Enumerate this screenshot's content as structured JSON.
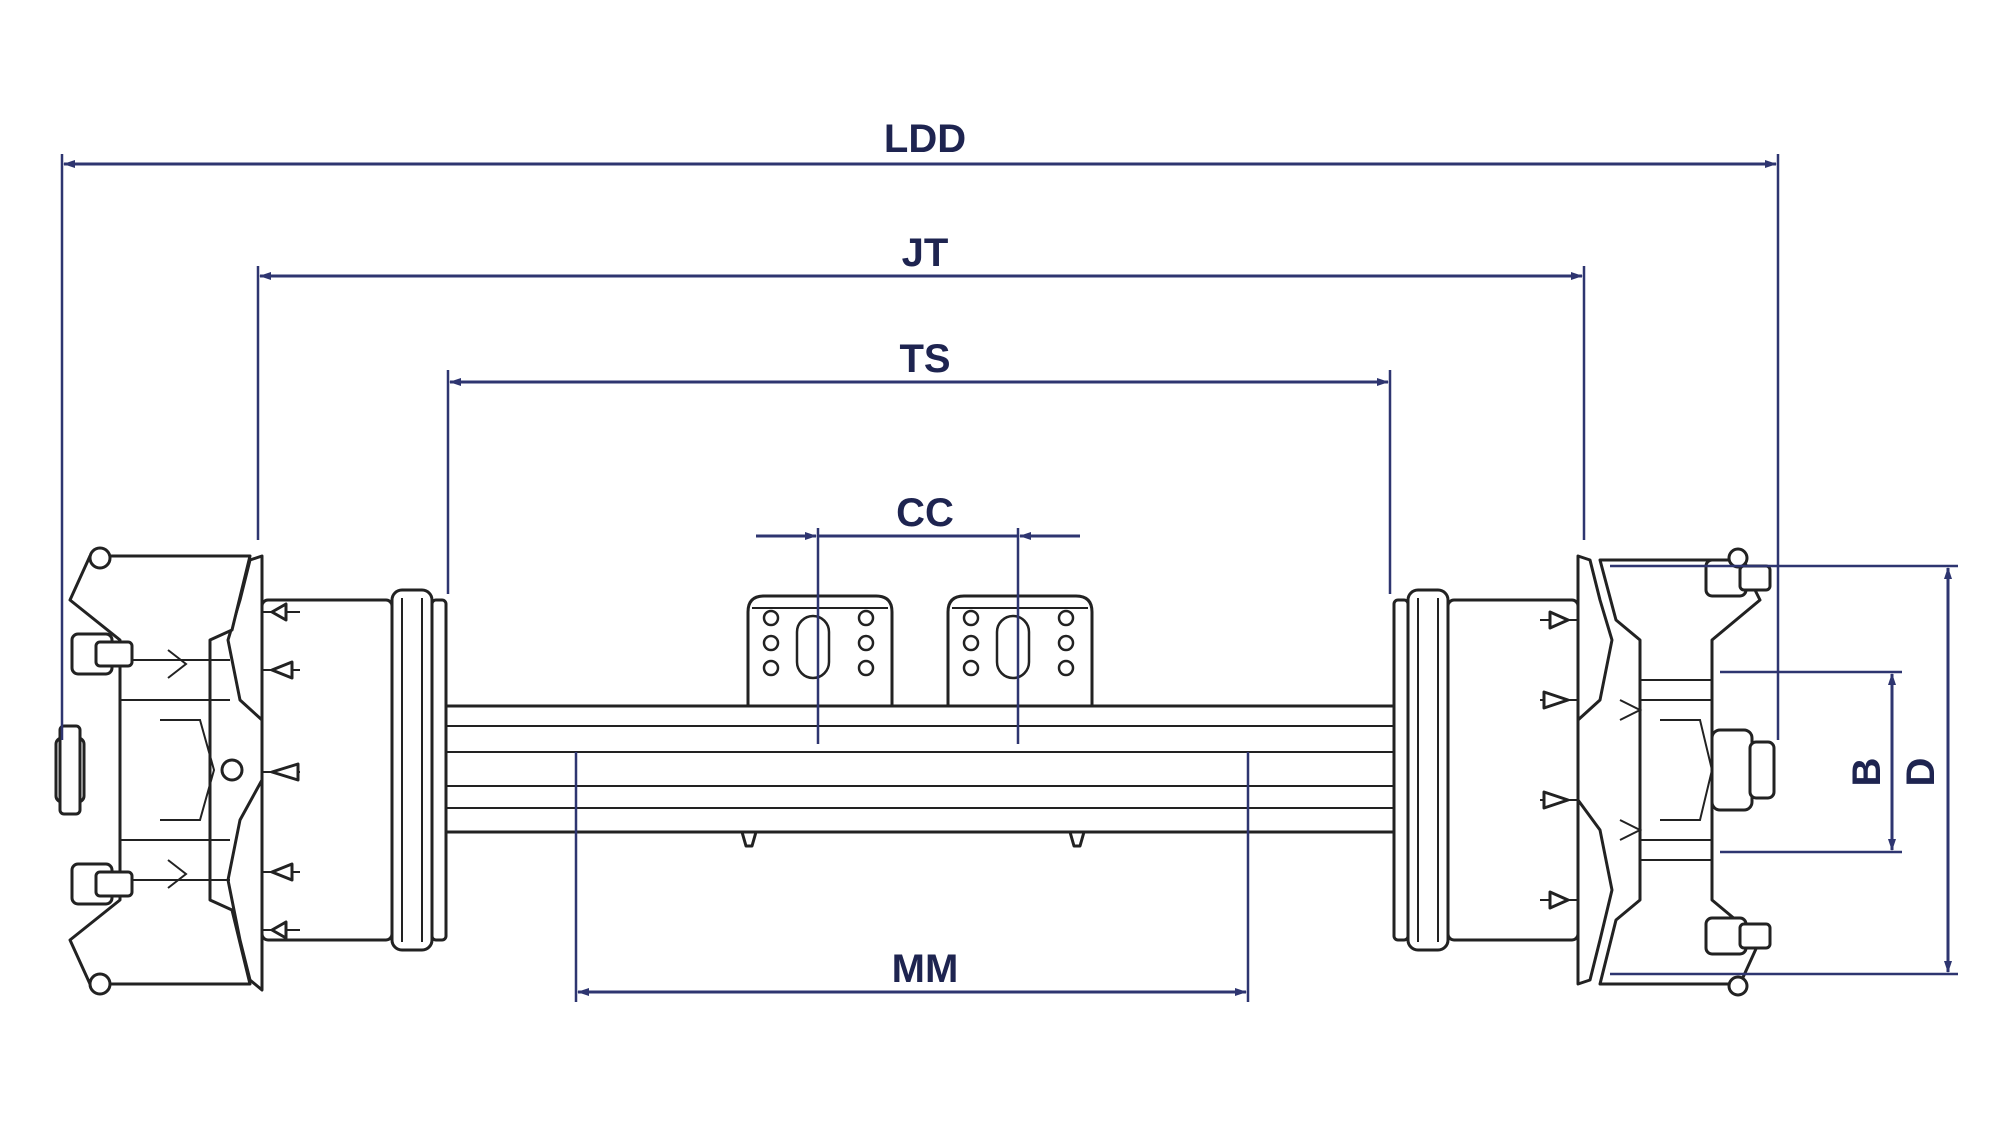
{
  "diagram": {
    "dimensions": {
      "ldd": "LDD",
      "jt": "JT",
      "ts": "TS",
      "cc": "CC",
      "mm": "MM",
      "b": "B",
      "d": "D"
    },
    "colors": {
      "dimension_line": "#2e3570",
      "label": "#1e2450",
      "part_outline": "#222222",
      "background": "#ffffff"
    }
  }
}
